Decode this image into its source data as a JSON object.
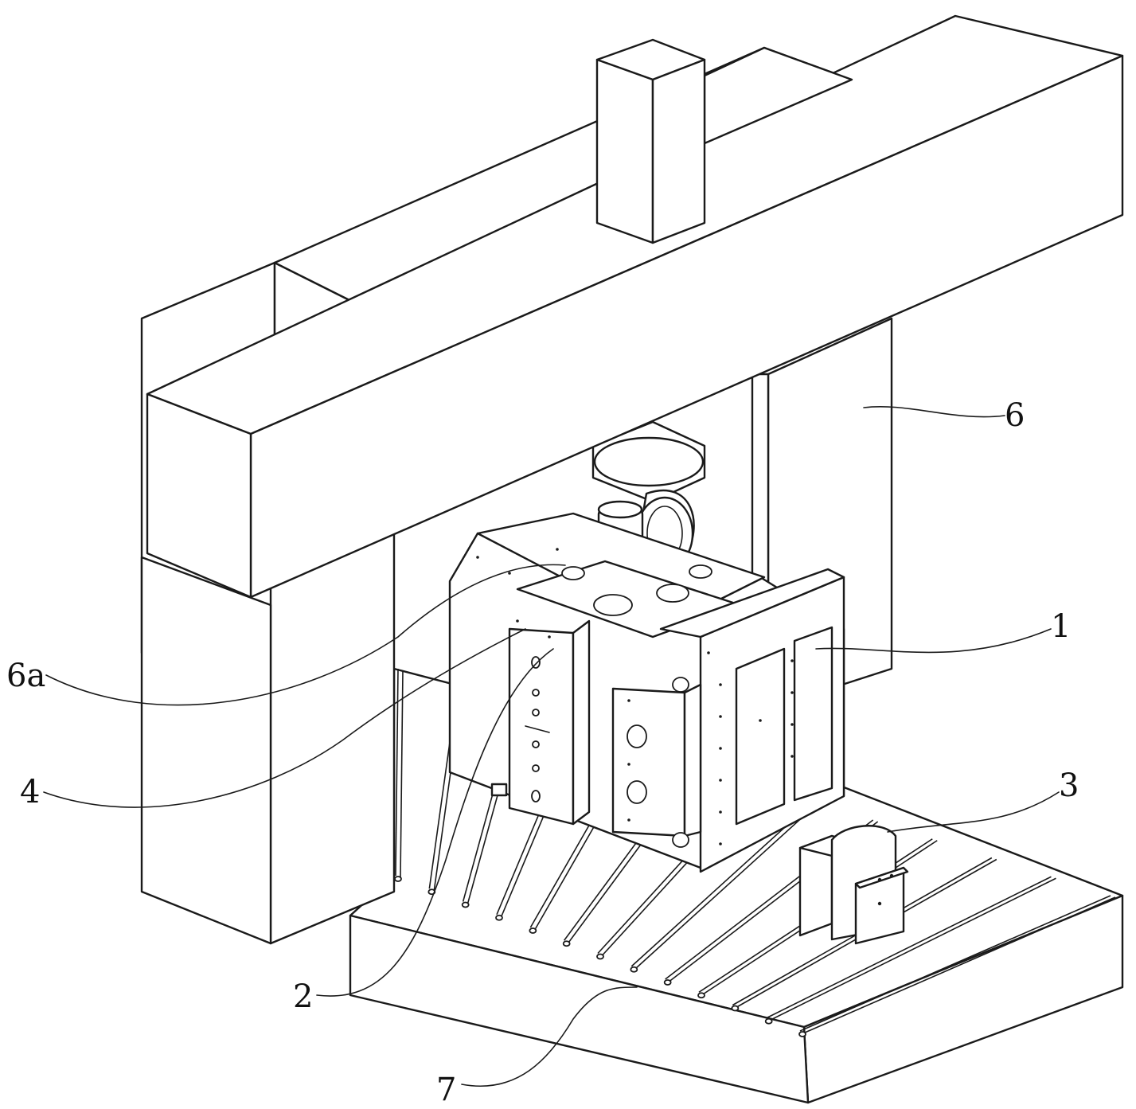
{
  "labels": {
    "l1": "1",
    "l2": "2",
    "l3": "3",
    "l4": "4",
    "l6": "6",
    "l6a": "6a",
    "l7": "7"
  }
}
